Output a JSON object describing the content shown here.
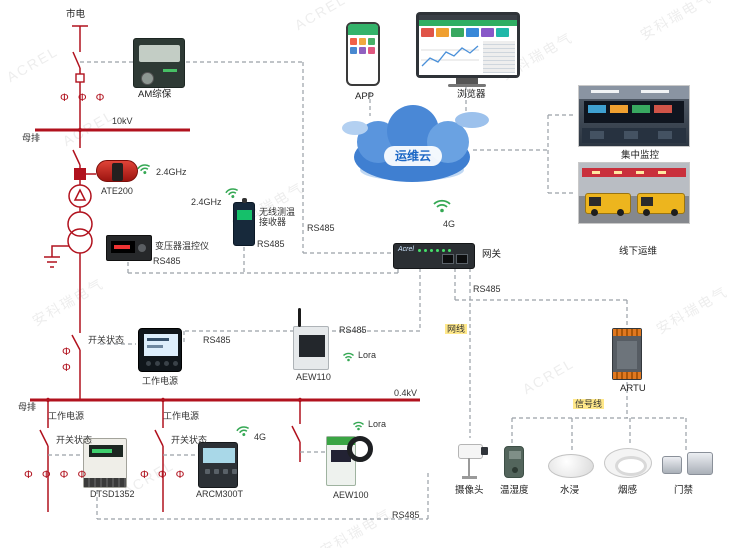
{
  "watermark": {
    "cn": "安科瑞电气",
    "en": "ACREL"
  },
  "power": {
    "mains": "市电",
    "v10": "10kV",
    "v04": "0.4kV",
    "busbar": "母排",
    "switch_status": "开关状态",
    "work_power": "工作电源",
    "phi": "Φ",
    "phi3": "Φ Φ Φ",
    "phi4": "Φ Φ Φ Φ"
  },
  "buses": {
    "rs485": "RS485",
    "lan": "网线",
    "signal": "信号线",
    "lora": "Lora",
    "g4": "4G",
    "ghz24": "2.4GHz"
  },
  "devices": {
    "am": "AM综保",
    "ate200": "ATE200",
    "temp_ctrl": "变压器温控仪",
    "wireless_rx": "无线测温接收器",
    "gateway": "网关",
    "gateway_brand": "Acrel",
    "cloud": "运维云",
    "app": "APP",
    "browser": "浏览器",
    "central": "集中监控",
    "offline": "线下运维",
    "artu": "ARTU",
    "aew110": "AEW110",
    "aew100": "AEW100",
    "dtsd": "DTSD1352",
    "arcm": "ARCM300T",
    "camera": "摄像头",
    "temp_hum": "温湿度",
    "water": "水浸",
    "smoke": "烟感",
    "door": "门禁"
  },
  "colors": {
    "line_red": "#b1121e",
    "dashed_gray": "#9aa0a6",
    "wireless_green": "#35a854",
    "highlight_yellow": "#ffe88a",
    "cloud_blue": "#3f7fd1"
  }
}
